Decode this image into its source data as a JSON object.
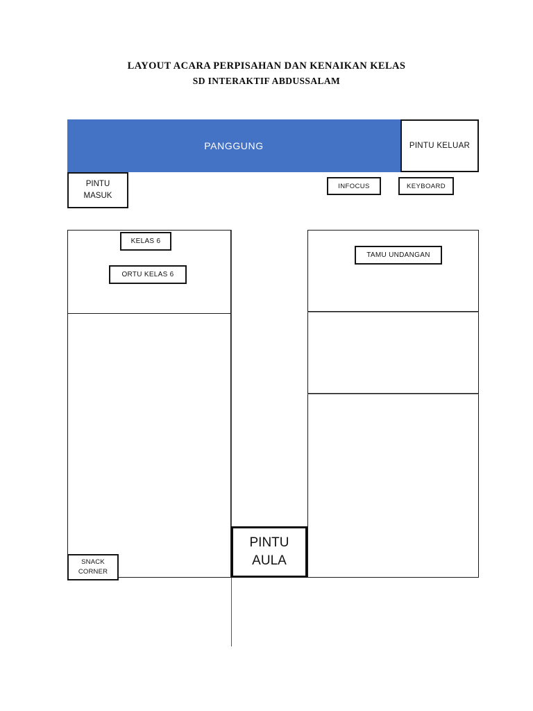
{
  "document": {
    "title_line_1": "LAYOUT ACARA PERPISAHAN DAN KENAIKAN KELAS",
    "title_line_2": "SD INTERAKTIF ABDUSSALAM"
  },
  "colors": {
    "stage_fill": "#4472C4",
    "stage_text": "#FFFFFF",
    "line": "#1A1A1A",
    "page_background": "#FFFFFF"
  },
  "diagram": {
    "stage": {
      "label": "PANGGUNG"
    },
    "doors": {
      "exit": "PINTU KELUAR",
      "entry_line_1": "PINTU",
      "entry_line_2": "MASUK",
      "hall_line_1": "PINTU",
      "hall_line_2": "AULA"
    },
    "equipment": [
      {
        "label": "INFOCUS"
      },
      {
        "label": "KEYBOARD"
      }
    ],
    "seating_tags": [
      {
        "label": "KELAS 6"
      },
      {
        "label": "ORTU KELAS 6"
      },
      {
        "label": "TAMU UNDANGAN"
      }
    ],
    "snack_corner_line_1": "SNACK",
    "snack_corner_line_2": "CORNER"
  }
}
